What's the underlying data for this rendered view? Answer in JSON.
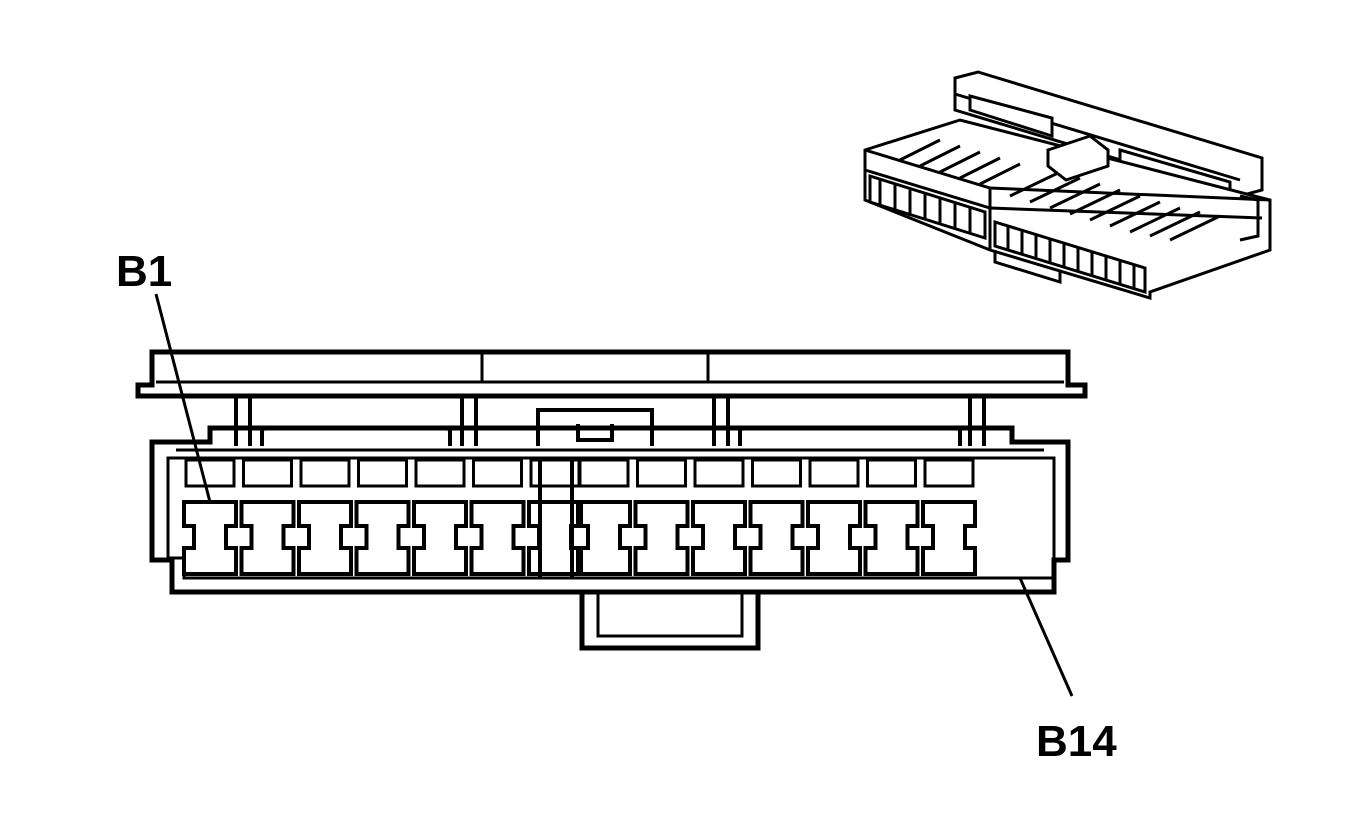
{
  "labels": {
    "first_pin": "B1",
    "last_pin": "B14"
  },
  "connector": {
    "pin_count": 14,
    "pin_prefix": "B"
  },
  "colors": {
    "ink": "#000000",
    "paper": "#ffffff"
  }
}
